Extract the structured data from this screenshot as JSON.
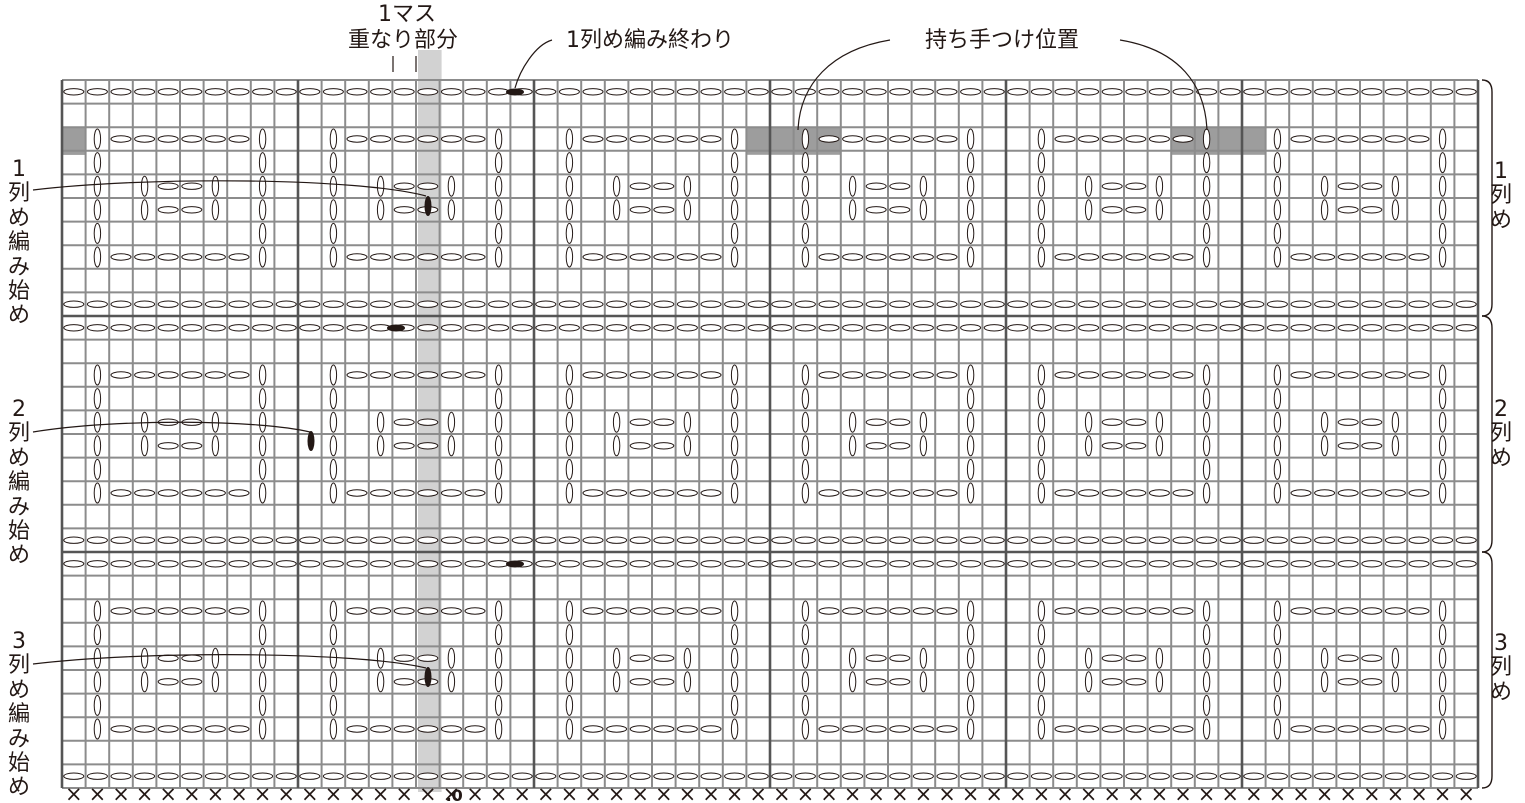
{
  "annotations": {
    "overlap_line1": "1マス",
    "overlap_line2": "重なり部分",
    "row1_end": "1列め編み終わり",
    "handle_position": "持ち手つけ位置"
  },
  "left_labels": [
    [
      "1",
      "列",
      "め",
      "編",
      "み",
      "始",
      "め"
    ],
    [
      "2",
      "列",
      "め",
      "編",
      "み",
      "始",
      "め"
    ],
    [
      "3",
      "列",
      "め",
      "編",
      "み",
      "始",
      "め"
    ]
  ],
  "right_labels": [
    [
      "1",
      "列",
      "め"
    ],
    [
      "2",
      "列",
      "め"
    ],
    [
      "3",
      "列",
      "め"
    ]
  ],
  "grid": {
    "columns": 60,
    "rows": 30,
    "panels_across": 6,
    "panels_down": 3,
    "overlap_column": 15,
    "handle_columns": [
      [
        0,
        0
      ],
      [
        29,
        32
      ],
      [
        47,
        50
      ]
    ],
    "handle_row": 2,
    "line_color": "#8c8c8c",
    "frame_color": "#555555",
    "ink_color": "#231815",
    "shade_color": "#9d9d9d",
    "overlap_shade_color": "#d2d2d2"
  },
  "bottom_symbol": "×",
  "mark_labels": [
    ".0"
  ]
}
